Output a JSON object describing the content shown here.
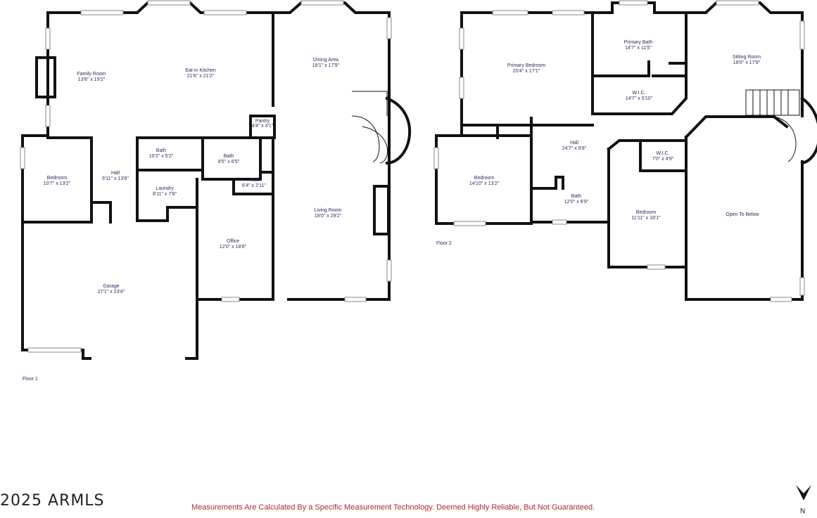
{
  "floors": [
    {
      "label": "Floor 1",
      "rooms": [
        {
          "name": "Family Room",
          "dims": "13'8\" x 19'2\""
        },
        {
          "name": "Eat-in Kitchen",
          "dims": "21'6\" x 21'2\""
        },
        {
          "name": "Dining Area",
          "dims": "18'1\" x 17'9\""
        },
        {
          "name": "Pantry",
          "dims": "4'4\" x 4'1\""
        },
        {
          "name": "Bath",
          "dims": "10'2\" x 5'2\""
        },
        {
          "name": "Bath",
          "dims": "8'5\" x 6'5\""
        },
        {
          "name": "Bedroom",
          "dims": "10'7\" x 13'2\""
        },
        {
          "name": "Hall",
          "dims": "6'11\" x 13'6\""
        },
        {
          "name": "Laundry",
          "dims": "8'11\" x 7'8\""
        },
        {
          "name": "Hall",
          "dims": "6'4\" x 2'11\""
        },
        {
          "name": "Living Room",
          "dims": "18'0\" x 29'2\""
        },
        {
          "name": "Office",
          "dims": "12'0\" x 18'8\""
        },
        {
          "name": "Garage",
          "dims": "27'1\" x 23'4\""
        }
      ]
    },
    {
      "label": "Floor 2",
      "rooms": [
        {
          "name": "Primary Bedroom",
          "dims": "20'4\" x 17'1\""
        },
        {
          "name": "Primary Bath",
          "dims": "14'7\" x 11'5\""
        },
        {
          "name": "W.I.C.",
          "dims": "14'7\" x 5'10\""
        },
        {
          "name": "Sitting Room",
          "dims": "18'0\" x 17'9\""
        },
        {
          "name": "Hall",
          "dims": "24'7\" x 9'8\""
        },
        {
          "name": "W.I.C.",
          "dims": "7'0\" x 4'9\""
        },
        {
          "name": "Bedroom",
          "dims": "14'10\" x 13'2\""
        },
        {
          "name": "Bath",
          "dims": "12'0\" x 6'9\""
        },
        {
          "name": "Bedroom",
          "dims": "11'11\" x 18'1\""
        },
        {
          "name": "Open To Below",
          "dims": ""
        }
      ]
    }
  ],
  "copyright": "2025 ARMLS",
  "disclaimer": "Measurements Are Calculated By a Specific Measurement Technology. Deemed Highly Reliable, But Not Guaranteed.",
  "compass_label": "N",
  "colors": {
    "wall": "#111111",
    "label": "#2b2b5e",
    "disclaimer": "#b3262e"
  }
}
